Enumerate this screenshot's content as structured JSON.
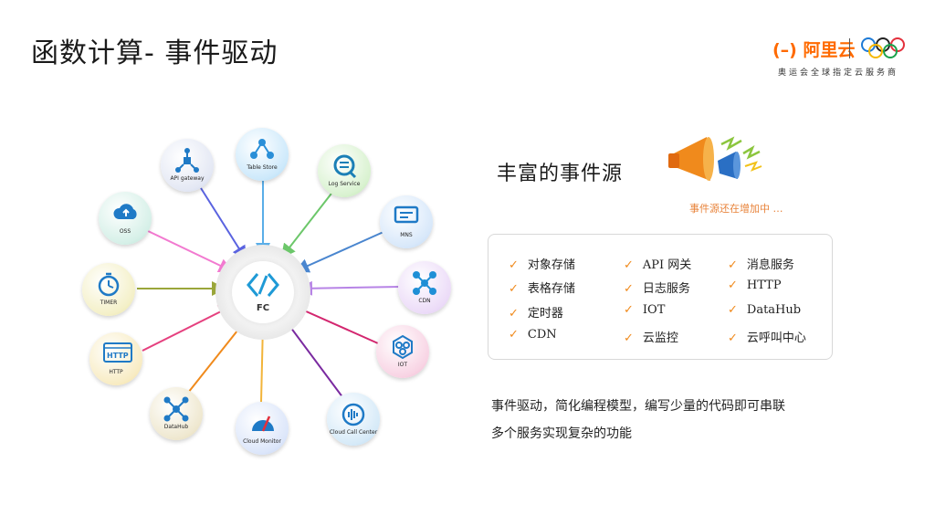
{
  "title": "函数计算- 事件驱动",
  "logo": {
    "brand": "阿里云",
    "subtitle": "奥运会全球指定云服务商",
    "colors": {
      "brand": "#ff6a00"
    }
  },
  "diagram": {
    "center": {
      "label": "FC",
      "icon": "fc-icon"
    },
    "nodes": [
      {
        "label": "Table Store",
        "icon": "table-store-icon",
        "color": "#5aaee8"
      },
      {
        "label": "Log Service",
        "icon": "log-service-icon",
        "color": "#6cc76a"
      },
      {
        "label": "MNS",
        "icon": "mns-icon",
        "color": "#4a86cf"
      },
      {
        "label": "CDN",
        "icon": "cdn-icon",
        "color": "#b784e6"
      },
      {
        "label": "IOT",
        "icon": "iot-icon",
        "color": "#d3266f"
      },
      {
        "label": "Cloud Call Center",
        "icon": "cloud-call-center-icon",
        "color": "#7a2aa0"
      },
      {
        "label": "Cloud Monitor",
        "icon": "cloud-monitor-icon",
        "color": "#f2b43a"
      },
      {
        "label": "DataHub",
        "icon": "datahub-icon",
        "color": "#f08a1c"
      },
      {
        "label": "HTTP",
        "icon": "http-icon",
        "color": "#e5407e"
      },
      {
        "label": "TIMER",
        "icon": "timer-icon",
        "color": "#9aa63a"
      },
      {
        "label": "OSS",
        "icon": "oss-icon",
        "color": "#f27ad0"
      },
      {
        "label": "API gateway",
        "icon": "api-gateway-icon",
        "color": "#5a63e0"
      }
    ]
  },
  "sources": {
    "title": "丰富的事件源",
    "note": "事件源还在增加中 …",
    "items": [
      "对象存储",
      "API 网关",
      "消息服务",
      "表格存储",
      "日志服务",
      "HTTP",
      "定时器",
      "IOT",
      "DataHub",
      "CDN",
      "云监控",
      "云呼叫中心"
    ]
  },
  "description": {
    "line1": "事件驱动，简化编程模型，编写少量的代码即可串联",
    "line2": "多个服务实现复杂的功能"
  }
}
